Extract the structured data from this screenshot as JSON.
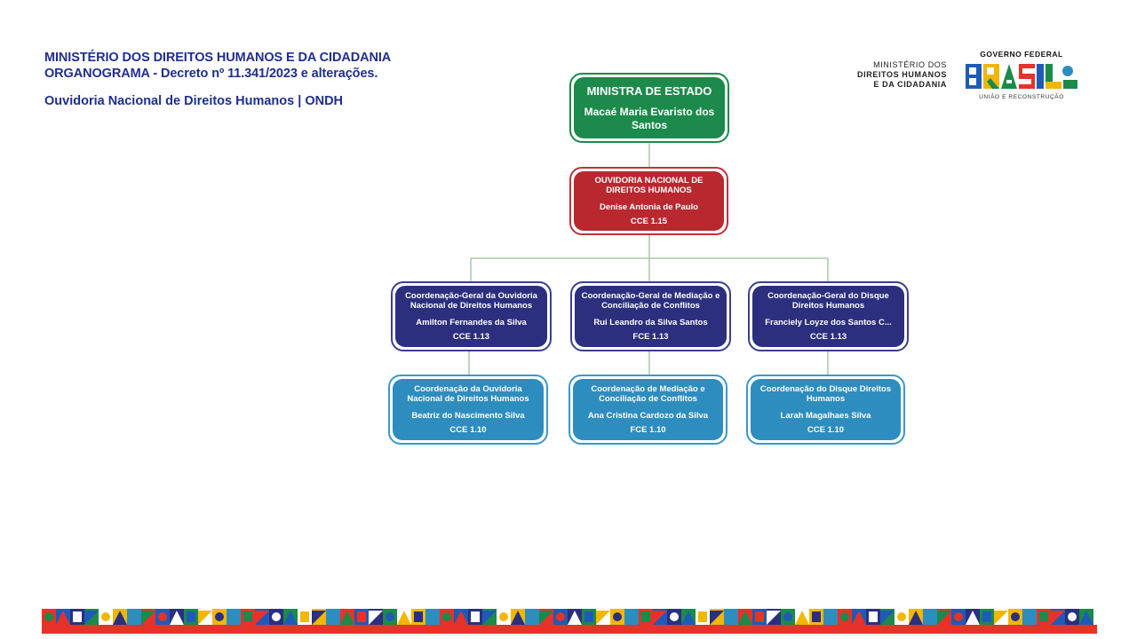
{
  "header": {
    "line1": "MINISTÉRIO DOS DIREITOS HUMANOS E DA CIDADANIA",
    "line2": "ORGANOGRAMA - Decreto nº 11.341/2023 e alterações.",
    "line3": "Ouvidoria Nacional de Direitos Humanos | ONDH"
  },
  "logos": {
    "ministry": {
      "line1": "MINISTÉRIO DOS",
      "line2": "DIREITOS HUMANOS",
      "line3": "E DA CIDADANIA"
    },
    "government": {
      "top": "GOVERNO FEDERAL",
      "word": "BRASIL",
      "bottom": "UNIÃO E RECONSTRUÇÃO"
    }
  },
  "org": {
    "minister": {
      "title": "MINISTRA DE ESTADO",
      "name": "Macaé Maria Evaristo dos Santos"
    },
    "ombudsman": {
      "title": "OUVIDORIA NACIONAL DE DIREITOS HUMANOS",
      "name": "Denise Antonia de Paulo",
      "code": "CCE 1.15"
    },
    "general": [
      {
        "title": "Coordenação-Geral da Ouvidoria Nacional de Direitos Humanos",
        "name": "Amilton Fernandes da Silva",
        "code": "CCE 1.13"
      },
      {
        "title": "Coordenação-Geral de Mediação e Conciliação de Conflitos",
        "name": "Rui Leandro da Silva Santos",
        "code": "FCE 1.13"
      },
      {
        "title": "Coordenação-Geral do Disque Direitos Humanos",
        "name": "Franciely Loyze dos Santos C...",
        "code": "CCE 1.13"
      }
    ],
    "units": [
      {
        "title": "Coordenação da Ouvidoria Nacional de Direitos Humanos",
        "name": "Beatriz do Nascimento Silva",
        "code": "CCE 1.10"
      },
      {
        "title": "Coordenação de Mediação e Conciliação de Conflitos",
        "name": "Ana Cristina Cardozo da Silva",
        "code": "FCE 1.10"
      },
      {
        "title": "Coordenação do Disque Direitos Humanos",
        "name": "Larah Magalhaes Silva",
        "code": "CCE 1.10"
      }
    ]
  },
  "colors": {
    "title_text": "#1f2e8f",
    "minister": "#1b8a4a",
    "ombudsman": "#b9282f",
    "general": "#2b2f7e",
    "unit": "#2e8dbf",
    "connector": "#9fbf9f"
  }
}
